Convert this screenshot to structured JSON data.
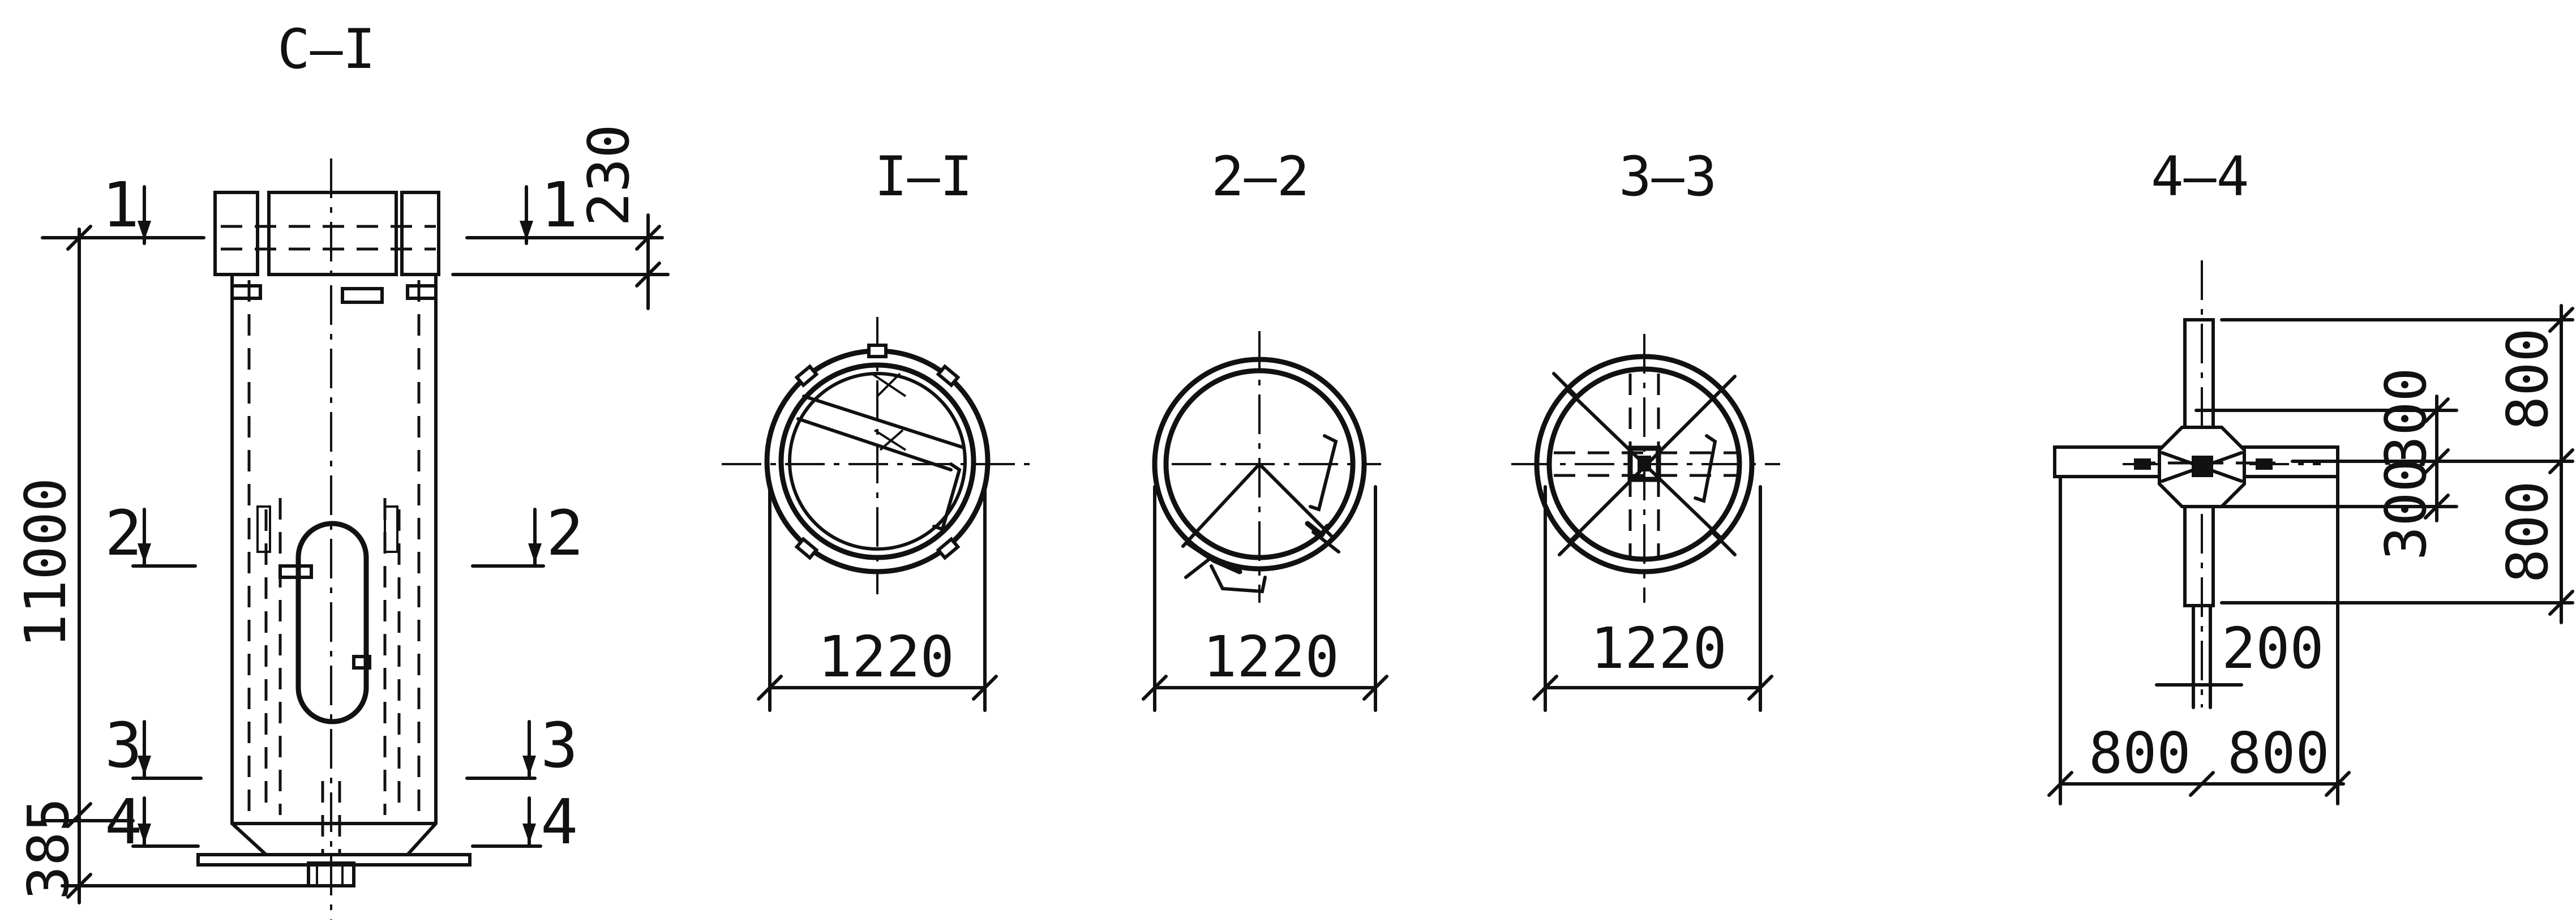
{
  "views": {
    "elevation": {
      "title": "C–I"
    },
    "section_1": {
      "title": "I–I",
      "dim_width": "1220"
    },
    "section_2": {
      "title": "2–2",
      "dim_width": "1220"
    },
    "section_3": {
      "title": "3–3",
      "dim_width": "1220"
    },
    "section_4": {
      "title": "4–4"
    }
  },
  "elevation_dims": {
    "height": "11000",
    "top": "230",
    "base": "385"
  },
  "section_marks": {
    "m1": "1",
    "m2": "2",
    "m3": "3",
    "m4": "4"
  },
  "plan_dims": {
    "v_top": "800",
    "v_bottom": "800",
    "inner_top": "300",
    "inner_bottom": "300",
    "pad": "200",
    "h_left": "800",
    "h_right": "800"
  }
}
